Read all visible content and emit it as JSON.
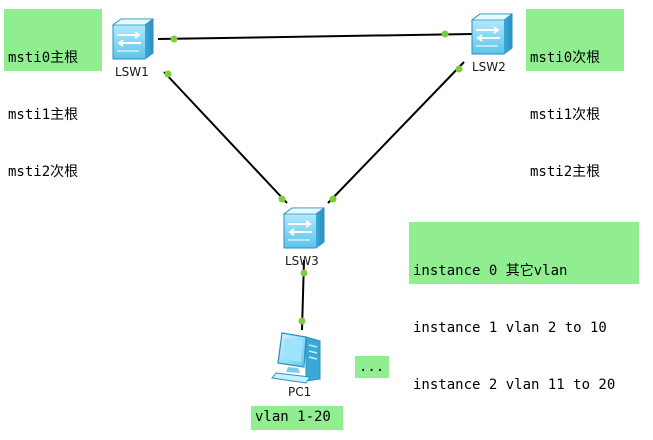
{
  "devices": {
    "lsw1": {
      "label": "LSW1",
      "icon": "switch-icon"
    },
    "lsw2": {
      "label": "LSW2",
      "icon": "switch-icon"
    },
    "lsw3": {
      "label": "LSW3",
      "icon": "switch-icon"
    },
    "pc1": {
      "label": "PC1",
      "icon": "pc-icon"
    }
  },
  "notes": {
    "lsw1": [
      "msti0主根",
      "msti1主根",
      "msti2次根"
    ],
    "lsw2": [
      "msti0次根",
      "msti1次根",
      "msti2主根"
    ],
    "instances": [
      "instance 0 其它vlan",
      "instance 1 vlan 2 to 10",
      "instance 2 vlan 11 to 20"
    ],
    "pc_vlan": "vlan 1-20",
    "more": "..."
  },
  "colors": {
    "note_bg": "#90ee90",
    "link": "#000000",
    "port": "#7ccd3a",
    "switch": "#6fd0f0"
  }
}
